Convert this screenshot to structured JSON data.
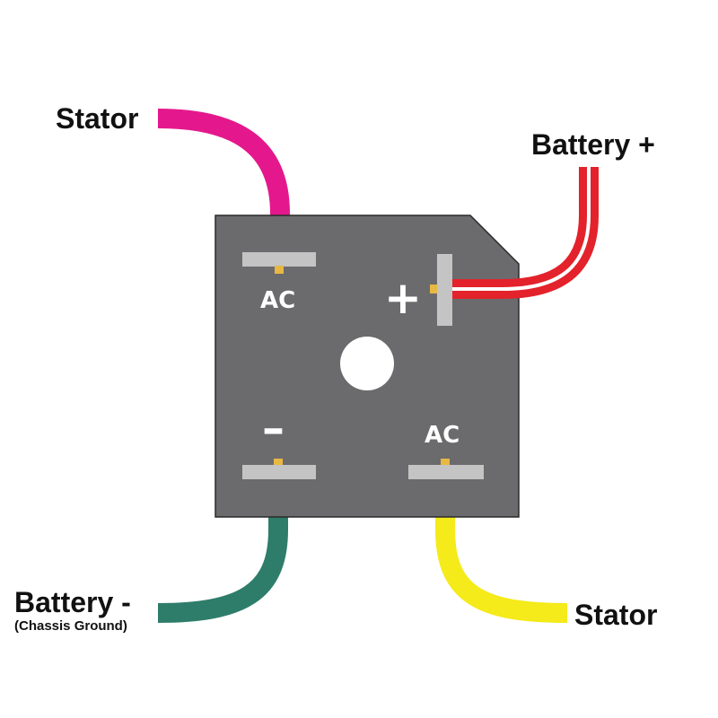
{
  "labels": {
    "stator_top": "Stator",
    "battery_positive": "Battery +",
    "battery_negative": "Battery -",
    "chassis_ground": "(Chassis Ground)",
    "stator_bottom": "Stator"
  },
  "terminals": {
    "ac_top": "AC",
    "positive": "+",
    "negative": "–",
    "ac_bottom": "AC"
  },
  "colors": {
    "body": "#6b6b6d",
    "tab": "#c4c4c4",
    "pin": "#e8b844",
    "wire_stator_top": "#e4188c",
    "wire_battery_positive": "#e3222b",
    "wire_battery_negative": "#2e7d6a",
    "wire_stator_bottom": "#f5ea1a"
  }
}
